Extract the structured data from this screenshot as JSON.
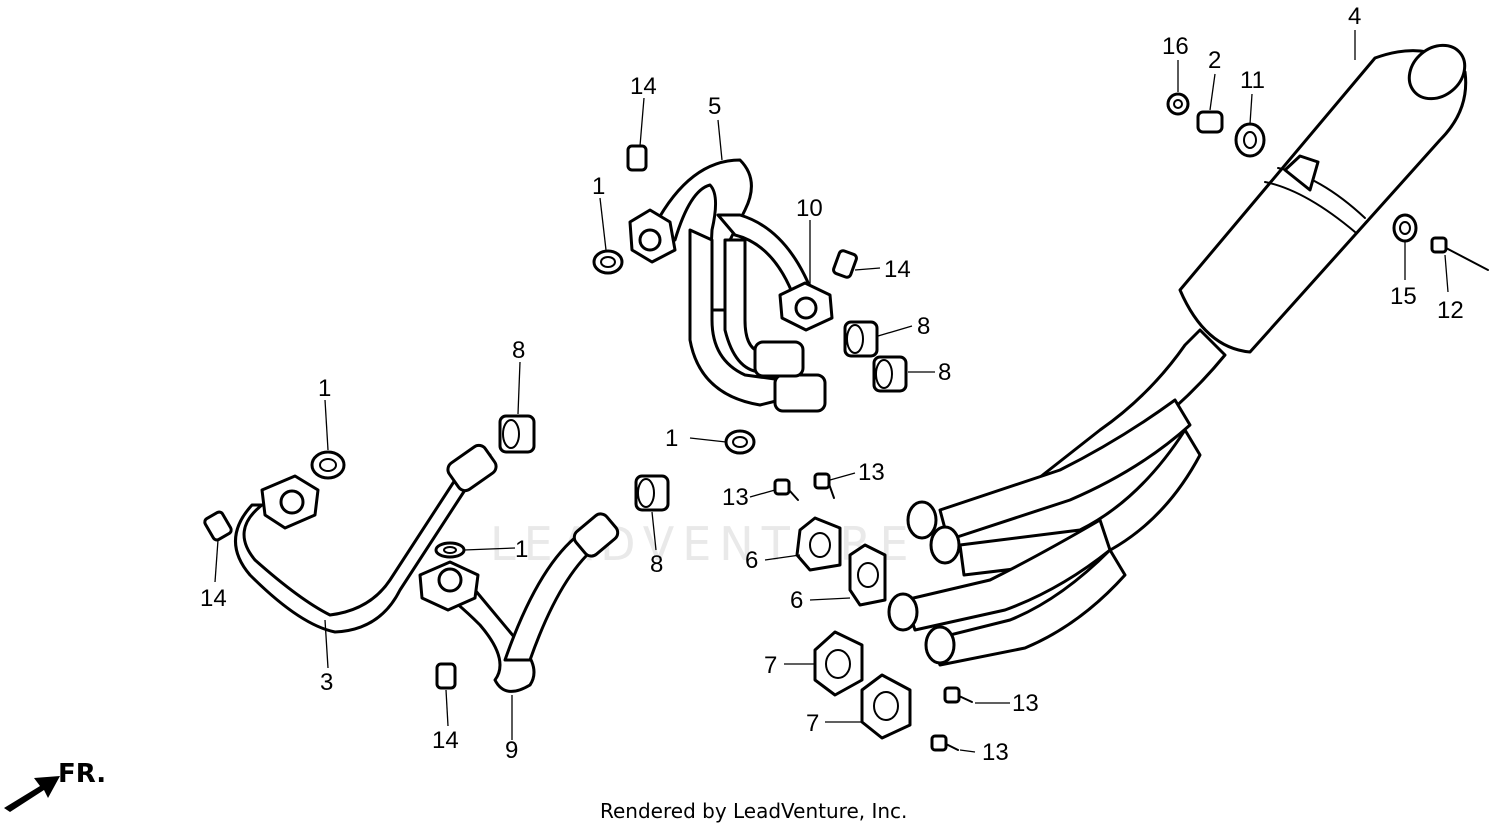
{
  "watermark": "LEADVENTURE",
  "footer": "Rendered by LeadVenture, Inc.",
  "direction_label": "FR.",
  "callouts": {
    "c1a": "1",
    "c1b": "1",
    "c1c": "1",
    "c1d": "1",
    "c2": "2",
    "c3": "3",
    "c4": "4",
    "c5": "5",
    "c6a": "6",
    "c6b": "6",
    "c7a": "7",
    "c7b": "7",
    "c8a": "8",
    "c8b": "8",
    "c8c": "8",
    "c8d": "8",
    "c9": "9",
    "c10": "10",
    "c11": "11",
    "c12": "12",
    "c13a": "13",
    "c13b": "13",
    "c13c": "13",
    "c13d": "13",
    "c14a": "14",
    "c14b": "14",
    "c14c": "14",
    "c14d": "14",
    "c15": "15",
    "c16": "16"
  }
}
